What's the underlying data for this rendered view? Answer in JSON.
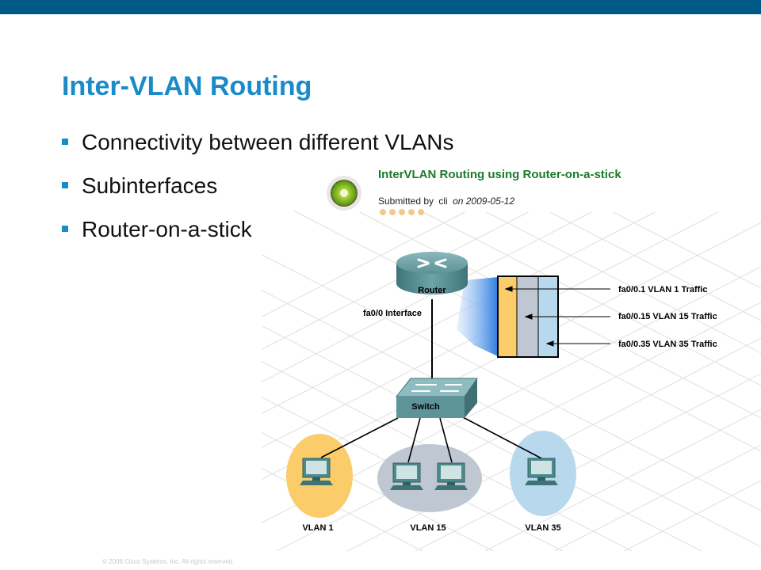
{
  "slide": {
    "title": "Inter-VLAN Routing",
    "bullets": [
      "Connectivity between different VLANs",
      "Subinterfaces",
      "Router-on-a-stick"
    ],
    "footer": "© 2006 Cisco Systems, Inc. All rights reserved."
  },
  "figure": {
    "header_title": "InterVLAN Routing using Router-on-a-stick",
    "submitted_prefix": "Submitted by",
    "submitted_user": "cli",
    "submitted_date": "on 2009-05-12",
    "router_label": "Router",
    "interface_label": "fa0/0 Interface",
    "switch_label": "Switch",
    "traffic_labels": [
      "fa0/0.1 VLAN 1 Traffic",
      "fa0/0.15 VLAN 15 Traffic",
      "fa0/0.35 VLAN 35 Traffic"
    ],
    "vlan_labels": [
      "VLAN 1",
      "VLAN 15",
      "VLAN 35"
    ],
    "colors": {
      "vlan1": "#fbcc6a",
      "vlan15": "#bfc8d2",
      "vlan35": "#b8d8ee",
      "title_green": "#1b7a2b",
      "device_teal": "#4e8a8c"
    },
    "icons": [
      "kiwi-logo-icon",
      "router-icon",
      "switch-icon",
      "computer-icon"
    ]
  }
}
